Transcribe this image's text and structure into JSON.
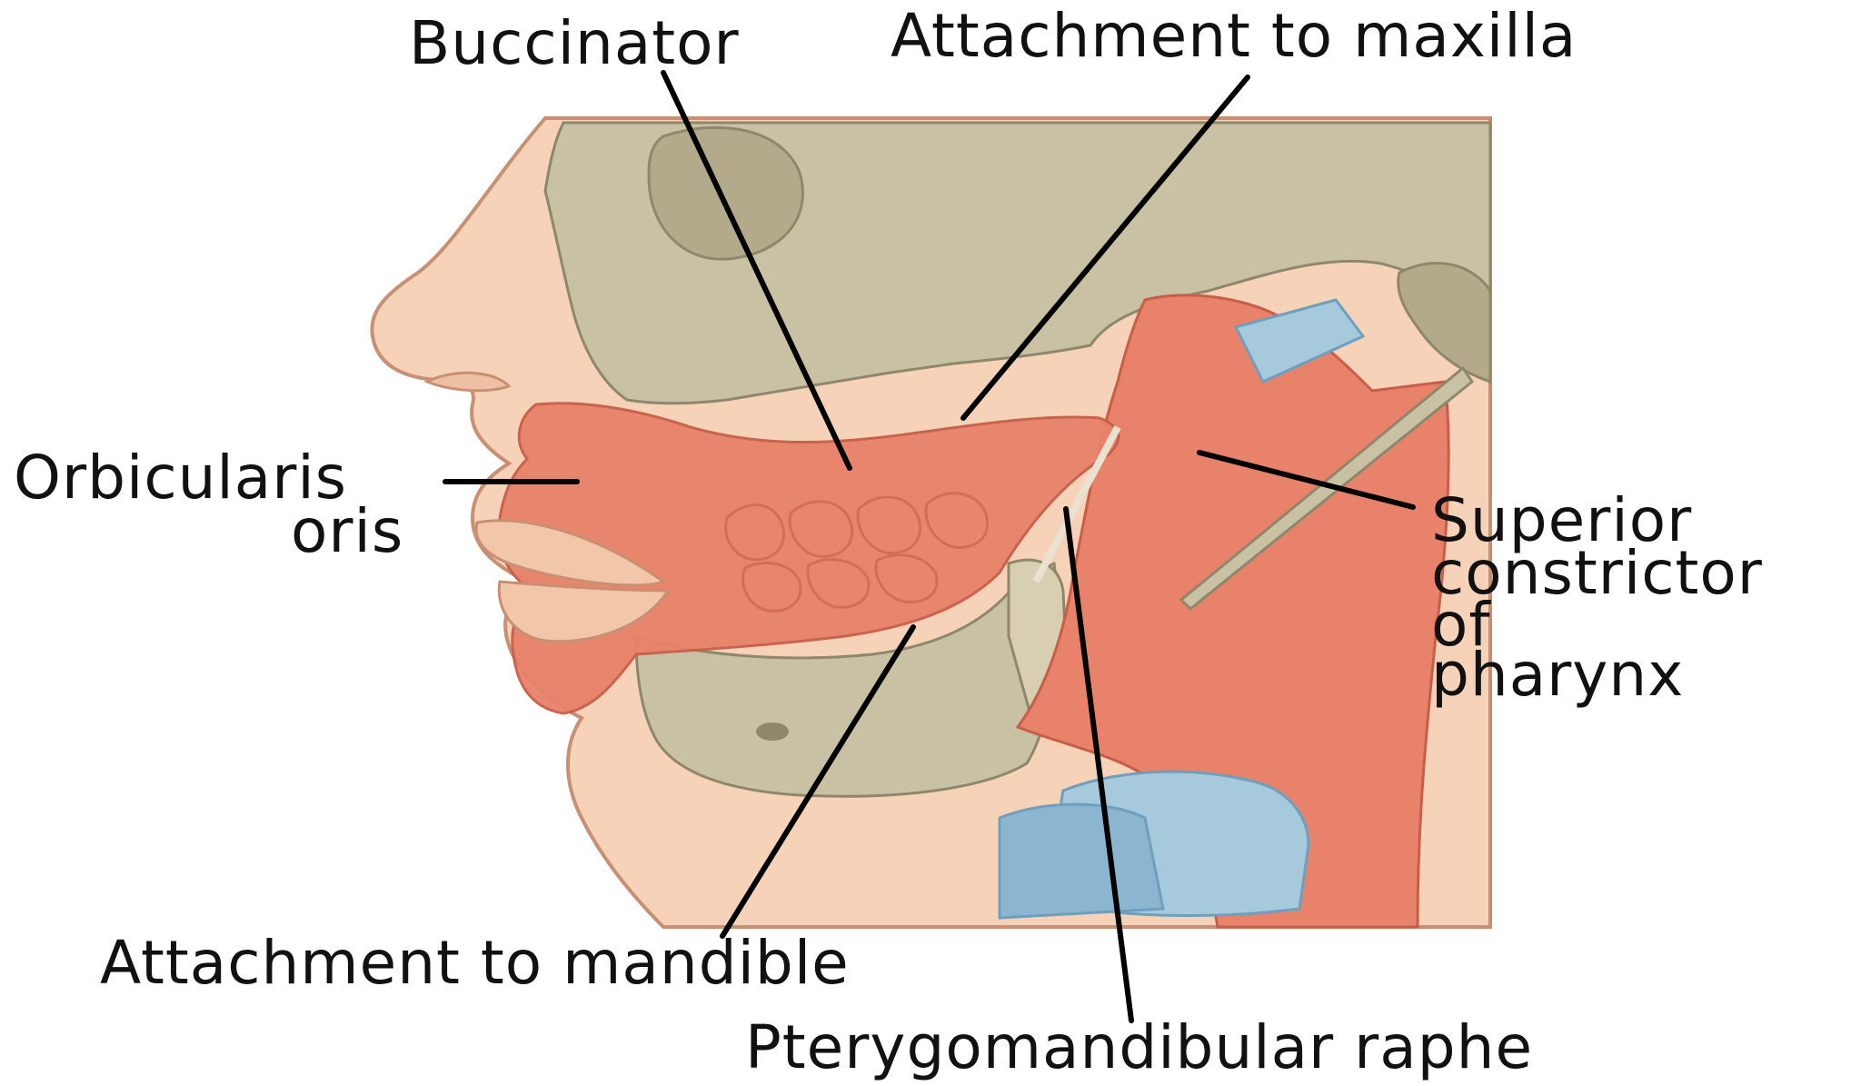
{
  "labels": {
    "buccinator": "Buccinator",
    "attachment_maxilla": "Attachment to maxilla",
    "orbicularis_line1": "Orbicularis",
    "orbicularis_line2": "oris",
    "superior_line1": "Superior",
    "superior_line2": "constrictor",
    "superior_line3": "of",
    "superior_line4": "pharynx",
    "attachment_mandible": "Attachment to mandible",
    "pterygomandibular": "Pterygomandibular raphe"
  },
  "colors": {
    "skin": "#f6d2b8",
    "skin_outline": "#c98f73",
    "bone": "#c9c1a4",
    "bone_dark": "#a79e82",
    "muscle": "#e8826a",
    "muscle_dark": "#c85e48",
    "cartilage": "#a7c9dc",
    "cartilage_dark": "#6d9fbe"
  }
}
